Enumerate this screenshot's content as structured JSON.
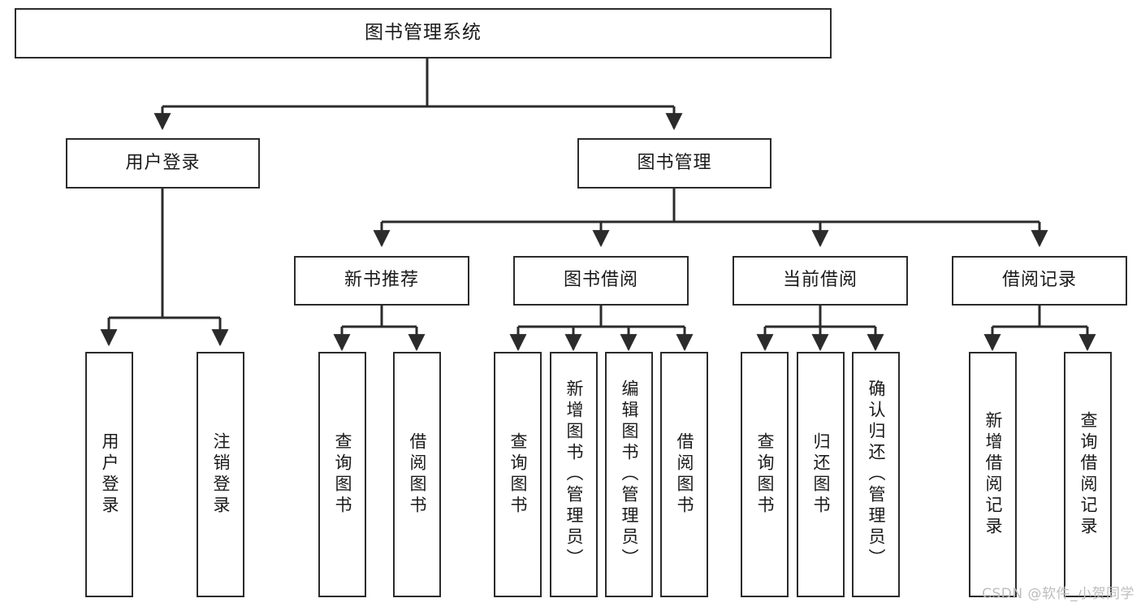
{
  "diagram": {
    "type": "tree",
    "title": "图书管理系统",
    "root": {
      "id": "root",
      "label": "图书管理系统"
    },
    "level2": [
      {
        "id": "user-login",
        "label": "用户登录"
      },
      {
        "id": "book-manage",
        "label": "图书管理"
      }
    ],
    "level3": [
      {
        "id": "new-book-rec",
        "label": "新书推荐",
        "parent": "book-manage"
      },
      {
        "id": "book-borrow",
        "label": "图书借阅",
        "parent": "book-manage"
      },
      {
        "id": "current-borrow",
        "label": "当前借阅",
        "parent": "book-manage"
      },
      {
        "id": "borrow-record",
        "label": "借阅记录",
        "parent": "book-manage"
      }
    ],
    "leaves": {
      "user_login": [
        {
          "id": "leaf-user-login",
          "label": "用户登录"
        },
        {
          "id": "leaf-user-logout",
          "label": "注销登录"
        }
      ],
      "new_book_rec": [
        {
          "id": "leaf-query-book-1",
          "label": "查询图书"
        },
        {
          "id": "leaf-borrow-book-1",
          "label": "借阅图书"
        }
      ],
      "book_borrow": [
        {
          "id": "leaf-query-book-2",
          "label": "查询图书"
        },
        {
          "id": "leaf-add-book",
          "label": "新增图书（管理员）"
        },
        {
          "id": "leaf-edit-book",
          "label": "编辑图书（管理员）"
        },
        {
          "id": "leaf-borrow-book-2",
          "label": "借阅图书"
        }
      ],
      "current_borrow": [
        {
          "id": "leaf-query-book-3",
          "label": "查询图书"
        },
        {
          "id": "leaf-return-book",
          "label": "归还图书"
        },
        {
          "id": "leaf-confirm-return",
          "label": "确认归还（管理员）"
        }
      ],
      "borrow_record": [
        {
          "id": "leaf-add-record",
          "label": "新增借阅记录"
        },
        {
          "id": "leaf-query-record",
          "label": "查询借阅记录"
        }
      ]
    }
  },
  "watermark": {
    "text": "CSDN @软件_小贺同学"
  },
  "colors": {
    "stroke": "#2b2b2b",
    "fill": "#ffffff",
    "text": "#1a1a1a",
    "watermark": "#bdbdbd"
  }
}
